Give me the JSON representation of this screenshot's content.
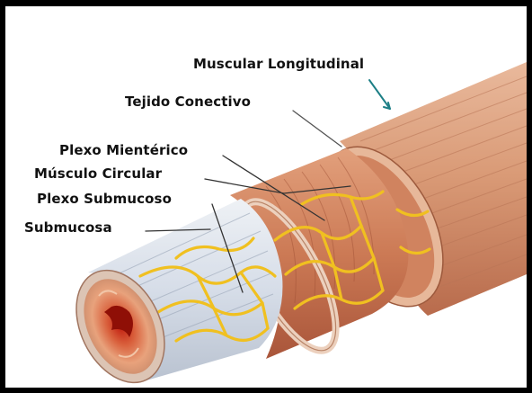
{
  "labels": {
    "muscular_longitudinal": "Muscular Longitudinal",
    "tejido_conectivo": "Tejido Conectivo",
    "plexo_mienterico": "Plexo Mientérico",
    "musculo_circular": "Músculo Circular",
    "plexo_submucoso": "Plexo Submucoso",
    "submucosa": "Submucosa"
  },
  "colors": {
    "frame": "#000000",
    "background": "#ffffff",
    "muscle_outer": "#d9a487",
    "muscle_inner": "#c8855f",
    "submucosa": "#dce2ea",
    "nerve_plexus": "#f0c020",
    "mucosa_lumen": "#c0301c",
    "pointer_teal": "#1d7f86"
  }
}
